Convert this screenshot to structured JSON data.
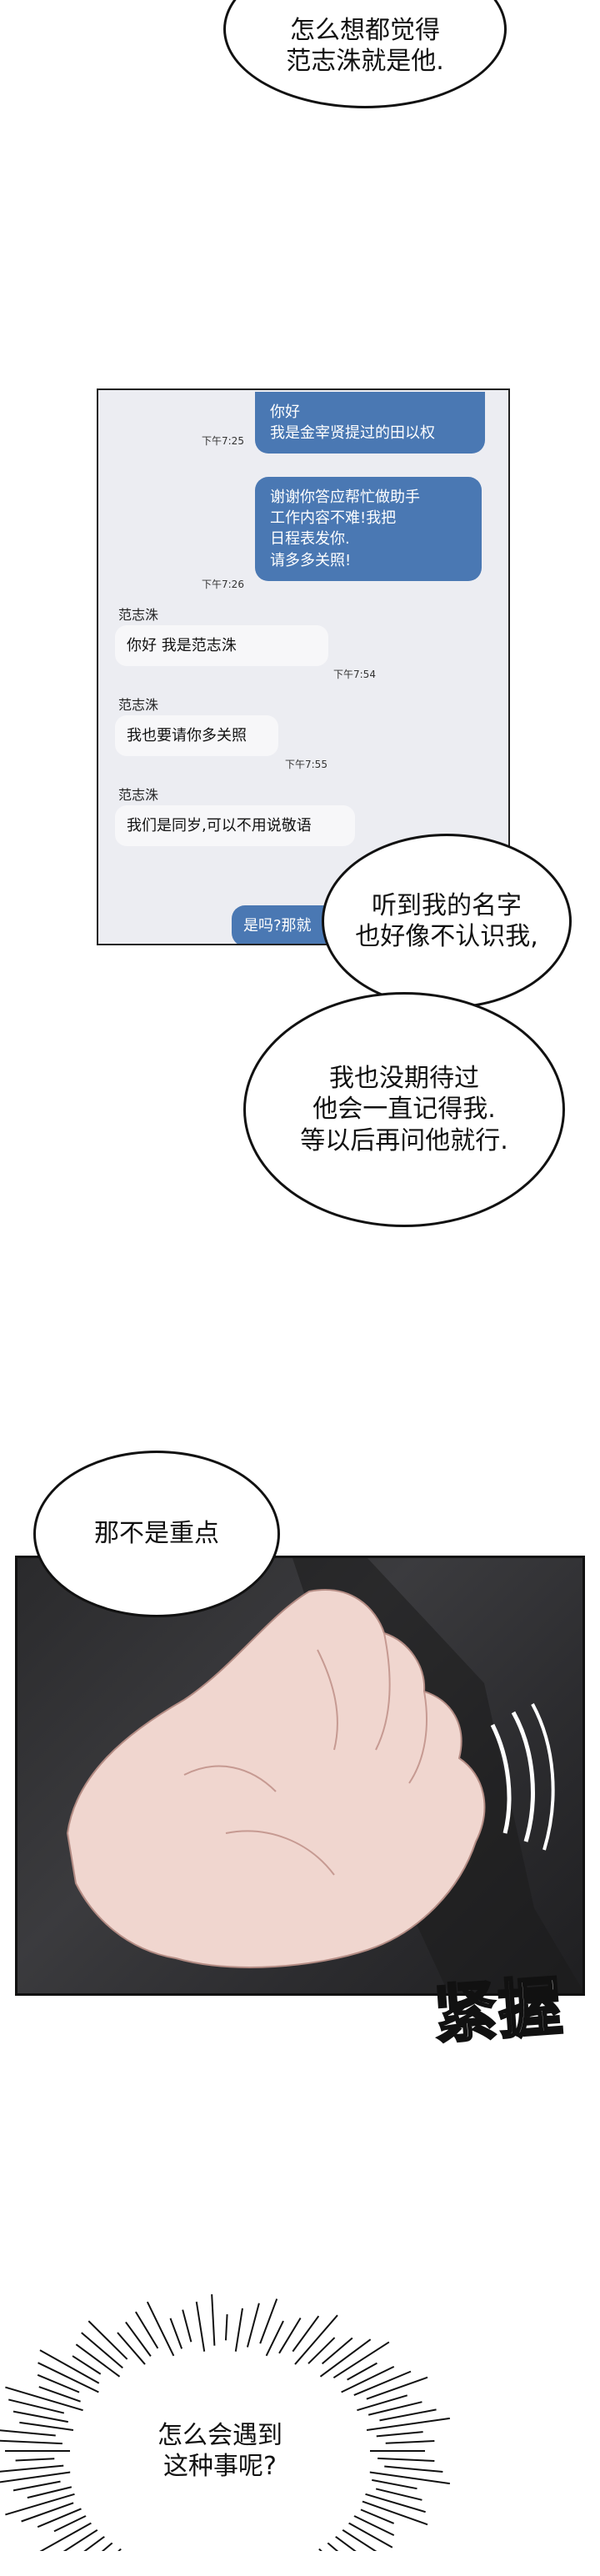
{
  "bubbles": {
    "top": "怎么想都觉得\n范志洙就是他.",
    "name": "听到我的名字\n也好像不认识我,",
    "expect": "我也没期待过\n他会一直记得我.\n等以后再问他就行.",
    "point": "那不是重点",
    "bottom": "怎么会遇到\n这种事呢?"
  },
  "chat": {
    "out1": {
      "text": "你好\n我是金宰贤提过的田以权",
      "time": "下午7:25"
    },
    "out2": {
      "text": "谢谢你答应帮忙做助手\n工作内容不难!我把\n日程表发你.\n请多多关照!",
      "time": "下午7:26"
    },
    "in1": {
      "sender": "范志洙",
      "text": "你好 我是范志洙",
      "time": "下午7:54"
    },
    "in2": {
      "sender": "范志洙",
      "text": "我也要请你多关照",
      "time": "下午7:55"
    },
    "in3": {
      "sender": "范志洙",
      "text": "我们是同岁,可以不用说敬语"
    },
    "out3": {
      "text": "是吗?那就"
    }
  },
  "sfx": "紧握",
  "colors": {
    "outgoing": "#4a78b3",
    "incoming": "#f7f7f9",
    "chat_bg": "#ecedf2"
  }
}
